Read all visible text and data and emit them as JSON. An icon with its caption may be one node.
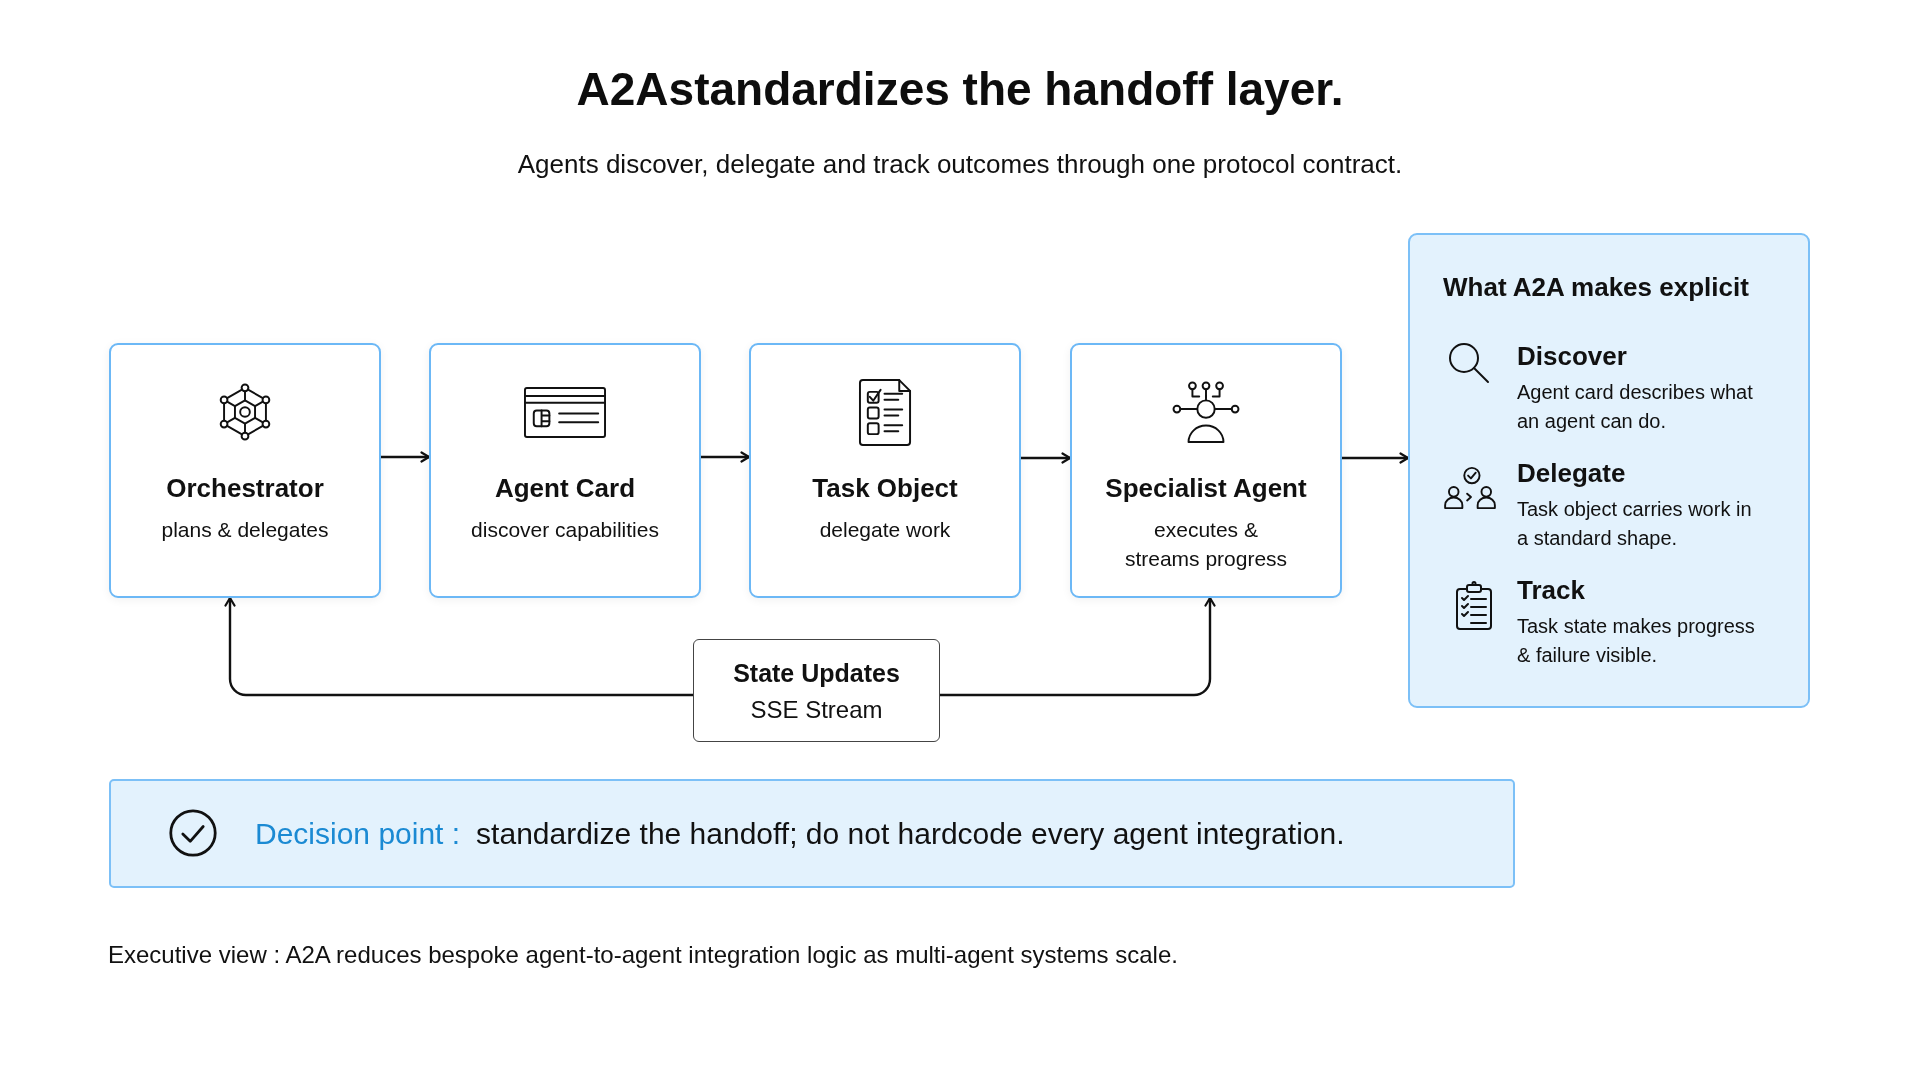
{
  "diagram": {
    "title": "A2Astandardizes the handoff layer.",
    "nodes": [
      {
        "text": [
          "Orchestrator",
          "plans & delegates"
        ]
      },
      {
        "text": [
          "Agent Card",
          "discover capabilities"
        ]
      },
      {
        "text": [
          "Task Object",
          "delegate work"
        ]
      },
      {
        "text": [
          "Specialist Agent",
          "executes & streams progress"
        ]
      },
      {
        "text": [
          "What A2A makes explicit",
          "Discover",
          "Agent card describes what an agent can do.",
          "Delegate",
          "Task object carries work in a standard shape.",
          "Track",
          "Task state makes progress & failure visible."
        ]
      },
      {
        "text": [
          "State Updates",
          "SSE Stream"
        ]
      },
      {
        "text": [
          "Decision point :",
          "standardize the handoff; do not hardcode every agent integration."
        ]
      }
    ],
    "edges": [
      {
        "from": 0,
        "to": 1,
        "arrow": "to"
      },
      {
        "from": 1,
        "to": 2,
        "arrow": "to"
      },
      {
        "from": 2,
        "to": 3,
        "arrow": "to"
      },
      {
        "from": 3,
        "to": 4,
        "arrow": "to"
      },
      {
        "from": 5,
        "to": 0,
        "arrow": "to"
      },
      {
        "from": 5,
        "to": 3,
        "arrow": "to"
      }
    ],
    "labels": [
      "Agents discover, delegate and track outcomes through one protocol contract.",
      "Executive view : A2A reduces bespoke agent-to-agent integration logic as multi-agent systems scale."
    ]
  }
}
